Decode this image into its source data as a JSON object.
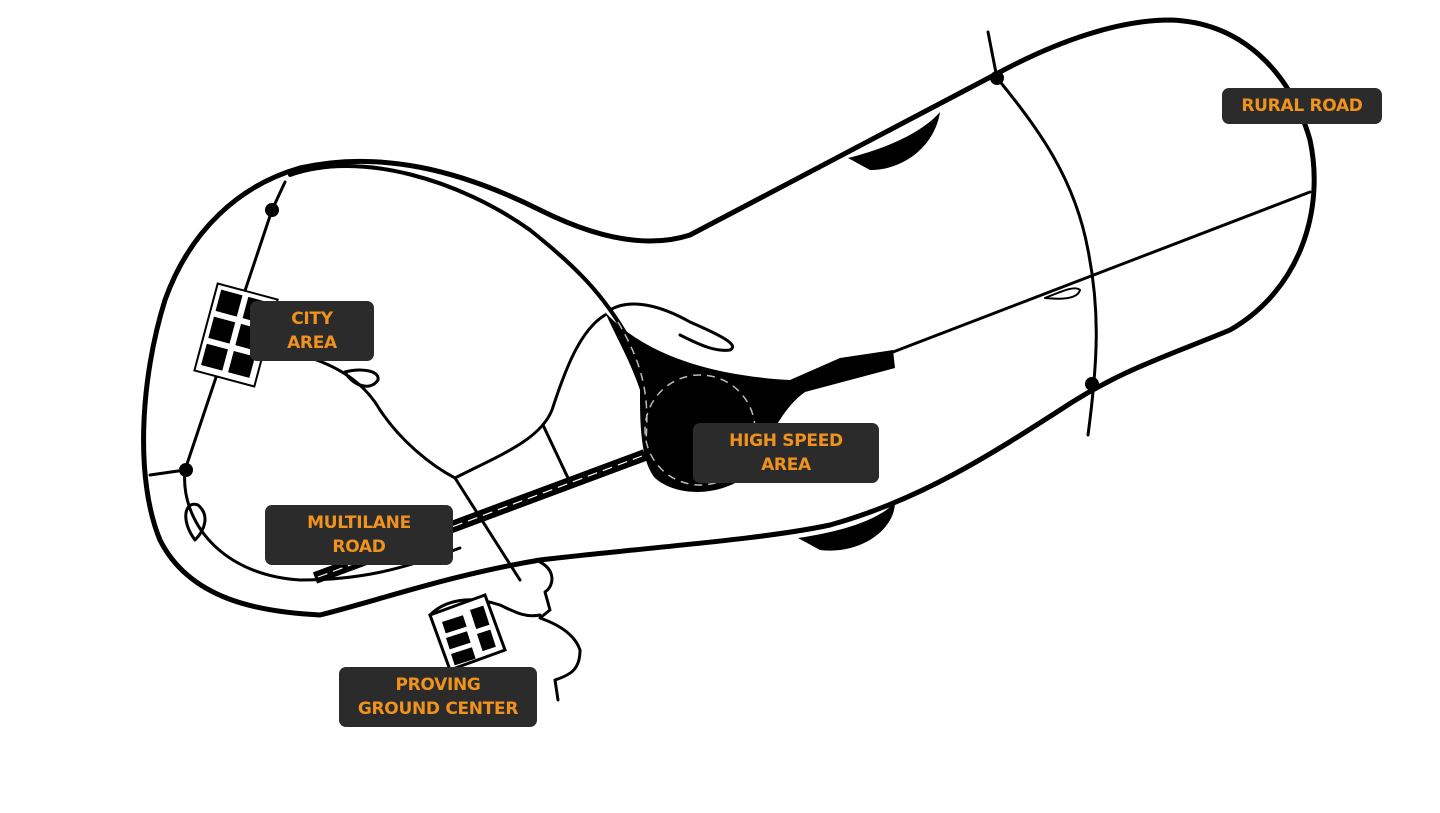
{
  "map": {
    "colors": {
      "road": "#000000",
      "label_bg": "#2b2b2b",
      "label_text": "#f0921e"
    },
    "areas": [
      {
        "id": "rural",
        "label": "RURAL ROAD"
      },
      {
        "id": "city",
        "label": "CITY AREA"
      },
      {
        "id": "high-speed",
        "label": "HIGH SPEED AREA"
      },
      {
        "id": "multilane",
        "label": "MULTILANE ROAD"
      },
      {
        "id": "proving-ground-center",
        "label": "PROVING GROUND CENTER"
      }
    ]
  }
}
